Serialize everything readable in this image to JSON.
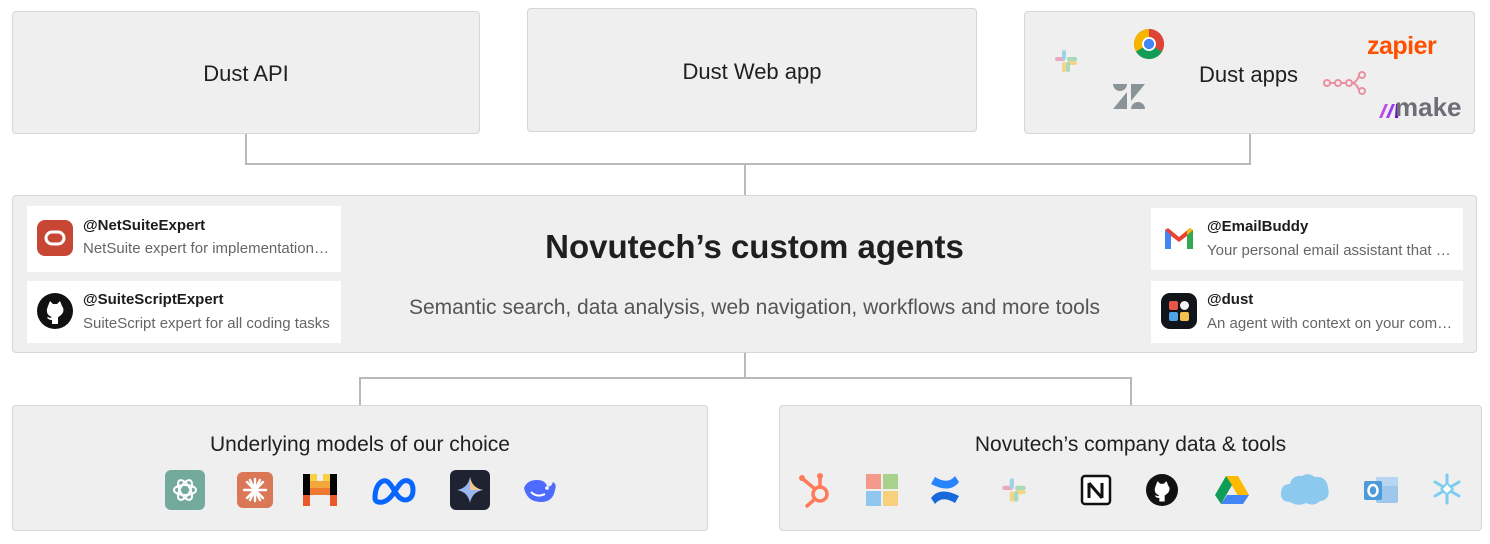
{
  "top": {
    "api_label": "Dust API",
    "web_label": "Dust Web app",
    "apps_label": "Dust apps",
    "apps_logos": {
      "zapier": "zapier",
      "make": "make",
      "icons": [
        "slack-icon",
        "chrome-icon",
        "zendesk-icon",
        "n8n-icon"
      ]
    }
  },
  "center": {
    "title": "Novutech’s custom agents",
    "subtitle": "Semantic search, data analysis, web navigation, workflows and more tools",
    "agents": [
      {
        "handle": "@NetSuiteExpert",
        "desc": "NetSuite expert for implementation tasks",
        "icon": "oracle-icon"
      },
      {
        "handle": "@SuiteScriptExpert",
        "desc": "SuiteScript expert for all coding tasks",
        "icon": "github-icon"
      },
      {
        "handle": "@EmailBuddy",
        "desc": "Your personal email assistant that helps",
        "icon": "gmail-icon"
      },
      {
        "handle": "@dust",
        "desc": "An agent with context on your company",
        "icon": "dust-icon"
      }
    ]
  },
  "bottom": {
    "models_title": "Underlying models of our choice",
    "models_icons": [
      "openai-icon",
      "anthropic-icon",
      "mistral-icon",
      "meta-icon",
      "gemini-icon",
      "deepseek-icon"
    ],
    "data_title": "Novutech’s company data & tools",
    "data_icons": [
      "hubspot-icon",
      "microsoft-icon",
      "confluence-icon",
      "slack-icon",
      "notion-icon",
      "github-icon",
      "google-drive-icon",
      "salesforce-icon",
      "outlook-icon",
      "snowflake-icon"
    ]
  },
  "colors": {
    "box_bg": "#efefef",
    "line": "#b9b9b9",
    "zapier": "#ff4f00",
    "make": "#6d00cc"
  }
}
